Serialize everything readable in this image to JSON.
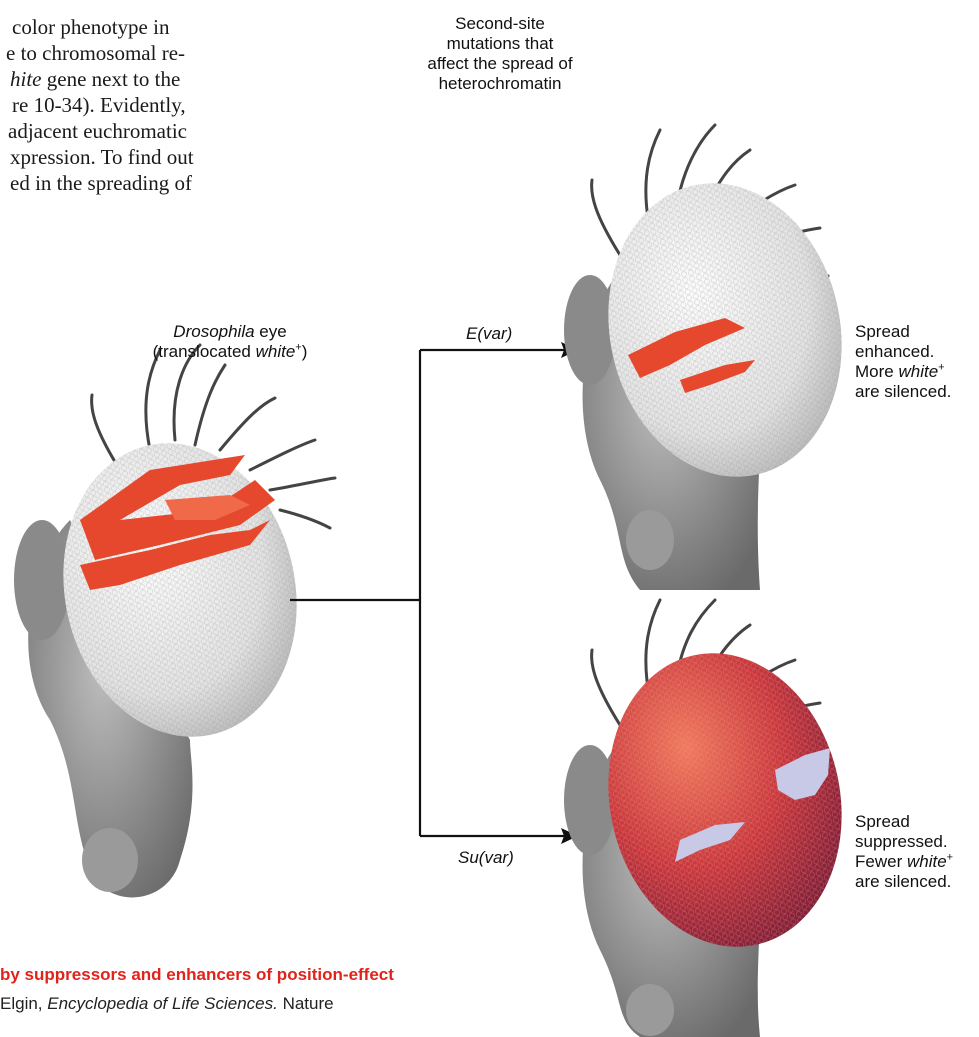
{
  "body_text": {
    "line1": "color phenotype in",
    "line2": "e to chromosomal re-",
    "line3_italic": "hite",
    "line3_rest": " gene next to the",
    "line4": "re 10-34). Evidently,",
    "line5": "adjacent euchromatic",
    "line6": "xpression. To find out",
    "line7": "ed in the spreading of"
  },
  "header_label": {
    "line1": "Second-site",
    "line2": "mutations that",
    "line3": "affect the spread of",
    "line4": "heterochromatin"
  },
  "source_eye_label": {
    "species": "Drosophila",
    "eye": " eye",
    "translocated_open": "(translocated ",
    "gene": "white",
    "sup": "+",
    "close": ")"
  },
  "branches": {
    "top_label": "E(var)",
    "bottom_label": "Su(var)"
  },
  "outcomes": {
    "enhanced": {
      "line1": "Spread",
      "line2": "enhanced.",
      "line3_pre": "More ",
      "line3_gene": "white",
      "line3_sup": "+",
      "line4": "are silenced."
    },
    "suppressed": {
      "line1": "Spread",
      "line2": "suppressed.",
      "line3_pre": "Fewer ",
      "line3_gene": "white",
      "line3_sup": "+",
      "line4": "are silenced."
    }
  },
  "caption": {
    "title": "by suppressors and enhancers of position-effect",
    "credit_pre": "Elgin, ",
    "credit_italic": "Encyclopedia of Life Sciences.",
    "credit_post": " Nature"
  },
  "colors": {
    "red_patch": "#e5482d",
    "red_eye": "#c2343a",
    "white_patch": "#c7c9e6",
    "caption_red": "#e0241c"
  }
}
